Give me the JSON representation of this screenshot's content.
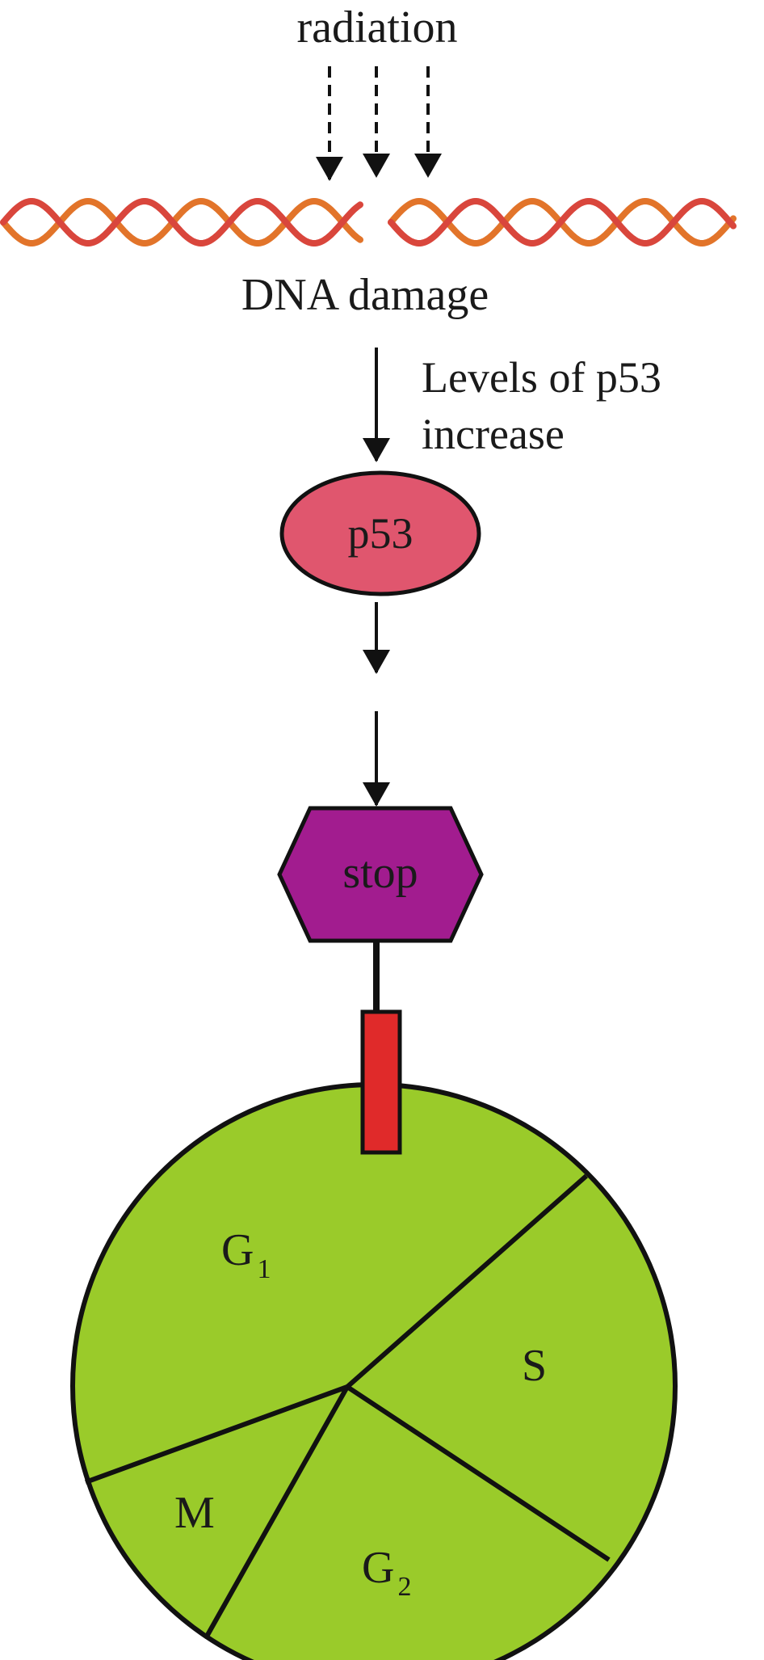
{
  "labels": {
    "radiation": "radiation",
    "dna_damage": "DNA damage",
    "levels_line1": "Levels of p53",
    "levels_line2": "increase",
    "p53": "p53",
    "stop": "stop",
    "m": "M",
    "s": "S",
    "g_letter": "G",
    "g1_sub": "1",
    "g2_sub": "2"
  },
  "colors": {
    "dna_strand_a": "#e2742a",
    "dna_strand_b": "#d9463c",
    "p53_fill": "#e0566e",
    "stop_fill": "#a21c8f",
    "checkpoint_fill": "#e02a2a",
    "cell_cycle_fill": "#9acb2a",
    "outline": "#111111"
  }
}
